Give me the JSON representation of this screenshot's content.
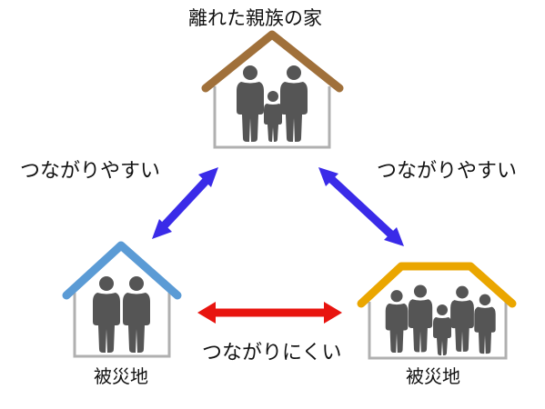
{
  "labels": {
    "top_house": "離れた親族の家",
    "left_link": "つながりやすい",
    "right_link": "つながりやすい",
    "bottom_link": "つながりにくい",
    "bottom_left_house": "被災地",
    "bottom_right_house": "被災地"
  },
  "colors": {
    "top_roof": "#a0703a",
    "left_roof": "#5b9bd5",
    "right_roof": "#eaa600",
    "wall": "#b0b0b0",
    "person": "#555555",
    "easy_arrow": "#3a2be8",
    "hard_arrow": "#e8140f"
  },
  "icons": [
    "house-icon",
    "person-icon",
    "double-arrow-icon"
  ]
}
